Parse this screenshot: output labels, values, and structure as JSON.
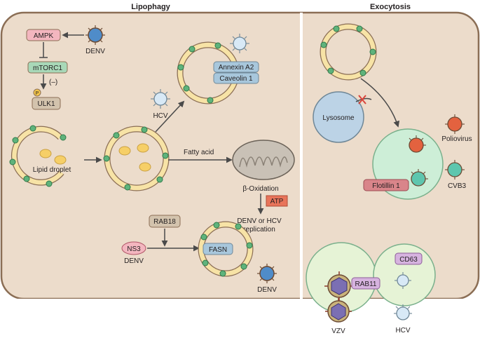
{
  "headers": {
    "lipophagy": "Lipophagy",
    "exocytosis": "Exocytosis"
  },
  "lipophagy": {
    "ampk": "AMPK",
    "mtorc1": "mTORC1",
    "minus": "(–)",
    "p_mark": "P",
    "ulk1": "ULK1",
    "denv_top": "DENV",
    "hcv": "HCV",
    "annexin": "Annexin A2",
    "caveolin": "Caveolin 1",
    "lipid_droplet": "Lipid droplet",
    "fatty_acid": "Fatty acid",
    "beta_ox": "β-Oxidation",
    "atp": "ATP",
    "replication_line1": "DENV or HCV",
    "replication_line2": "replication",
    "rab18": "RAB18",
    "ns3": "NS3",
    "ns3_virus": "DENV",
    "fasn": "FASN",
    "denv_bottom": "DENV"
  },
  "exocytosis": {
    "lysosome": "Lysosome",
    "flotillin": "Flotillin 1",
    "poliovirus": "Poliovirus",
    "cvb3": "CVB3",
    "cd63": "CD63",
    "rab11": "RAB11",
    "vzv": "VZV",
    "hcv": "HCV"
  },
  "colors": {
    "cell_fill": "#ecdccb",
    "cell_border": "#8b6e55",
    "membrane": "#f7e3a6",
    "membrane_edge": "#8b6e55",
    "protein_green": "#5fb37c",
    "ampk_fill": "#f3b6bf",
    "mtorc1_fill": "#a8d8b8",
    "ulk1_fill": "#d3c3ad",
    "annexin_fill": "#a8c7dc",
    "atp_fill": "#e8745a",
    "ns3_fill": "#f3b6bf",
    "lysosome_fill": "#bcd3e6",
    "vesicle_green": "#cdeed7",
    "cd63_fill": "#d6b3df",
    "flotillin_fill": "#d9858a",
    "lipid_yellow": "#f6cf67",
    "denv_blue": "#4f8cc9",
    "hcv_light": "#d8e9f6",
    "poliovirus_red": "#e3623f",
    "cvb3_teal": "#5ec6ae",
    "vzv_purple": "#7b6fb3"
  }
}
